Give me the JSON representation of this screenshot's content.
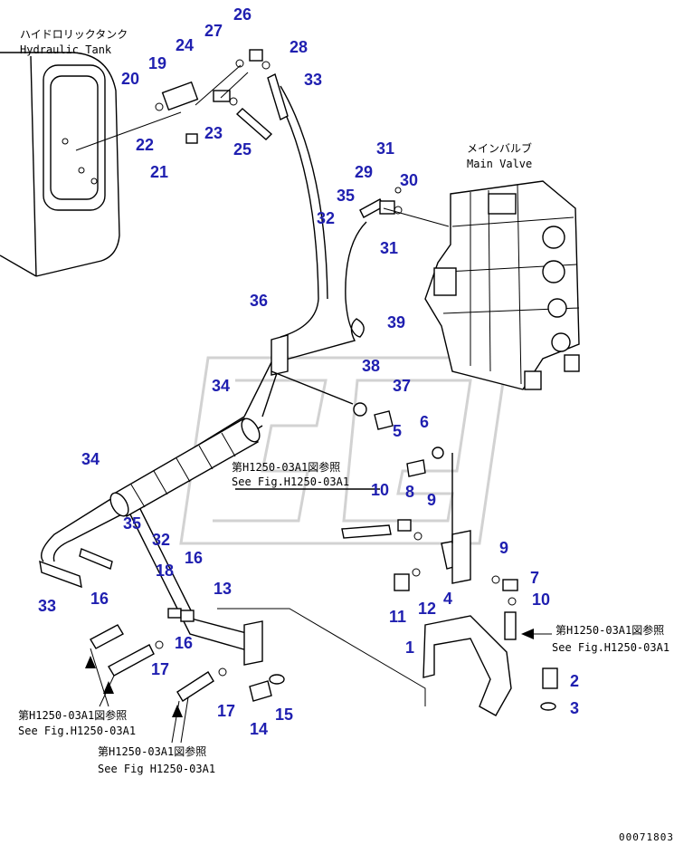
{
  "labels": {
    "hydraulic_tank_jp": "ハイドロリックタンク",
    "hydraulic_tank_en": "Hydraulic Tank",
    "main_valve_jp": "メインバルブ",
    "main_valve_en": "Main Valve",
    "see_fig_jp": "第H1250-03A1図参照",
    "see_fig_en_a": "See Fig.H1250-03A1",
    "see_fig_en_b": "See Fig H1250-03A1",
    "drawing_code": "00071803"
  },
  "callouts": [
    {
      "id": "c1",
      "text": "1"
    },
    {
      "id": "c2",
      "text": "2"
    },
    {
      "id": "c3",
      "text": "3"
    },
    {
      "id": "c4",
      "text": "4"
    },
    {
      "id": "c5",
      "text": "5"
    },
    {
      "id": "c6",
      "text": "6"
    },
    {
      "id": "c7",
      "text": "7"
    },
    {
      "id": "c8",
      "text": "8"
    },
    {
      "id": "c9a",
      "text": "9"
    },
    {
      "id": "c9b",
      "text": "9"
    },
    {
      "id": "c10a",
      "text": "10"
    },
    {
      "id": "c10b",
      "text": "10"
    },
    {
      "id": "c11",
      "text": "11"
    },
    {
      "id": "c12",
      "text": "12"
    },
    {
      "id": "c13",
      "text": "13"
    },
    {
      "id": "c14",
      "text": "14"
    },
    {
      "id": "c15",
      "text": "15"
    },
    {
      "id": "c16a",
      "text": "16"
    },
    {
      "id": "c16b",
      "text": "16"
    },
    {
      "id": "c16c",
      "text": "16"
    },
    {
      "id": "c17a",
      "text": "17"
    },
    {
      "id": "c17b",
      "text": "17"
    },
    {
      "id": "c18",
      "text": "18"
    },
    {
      "id": "c19",
      "text": "19"
    },
    {
      "id": "c20",
      "text": "20"
    },
    {
      "id": "c21",
      "text": "21"
    },
    {
      "id": "c22",
      "text": "22"
    },
    {
      "id": "c23",
      "text": "23"
    },
    {
      "id": "c24",
      "text": "24"
    },
    {
      "id": "c25",
      "text": "25"
    },
    {
      "id": "c26",
      "text": "26"
    },
    {
      "id": "c27",
      "text": "27"
    },
    {
      "id": "c28",
      "text": "28"
    },
    {
      "id": "c29",
      "text": "29"
    },
    {
      "id": "c30",
      "text": "30"
    },
    {
      "id": "c31a",
      "text": "31"
    },
    {
      "id": "c31b",
      "text": "31"
    },
    {
      "id": "c32a",
      "text": "32"
    },
    {
      "id": "c32b",
      "text": "32"
    },
    {
      "id": "c33a",
      "text": "33"
    },
    {
      "id": "c33b",
      "text": "33"
    },
    {
      "id": "c34a",
      "text": "34"
    },
    {
      "id": "c34b",
      "text": "34"
    },
    {
      "id": "c35a",
      "text": "35"
    },
    {
      "id": "c35b",
      "text": "35"
    },
    {
      "id": "c36",
      "text": "36"
    },
    {
      "id": "c37",
      "text": "37"
    },
    {
      "id": "c38",
      "text": "38"
    },
    {
      "id": "c39",
      "text": "39"
    }
  ],
  "colors": {
    "callout": "#1f1fb0",
    "line": "#000000",
    "watermark": "#d2d2d2"
  }
}
